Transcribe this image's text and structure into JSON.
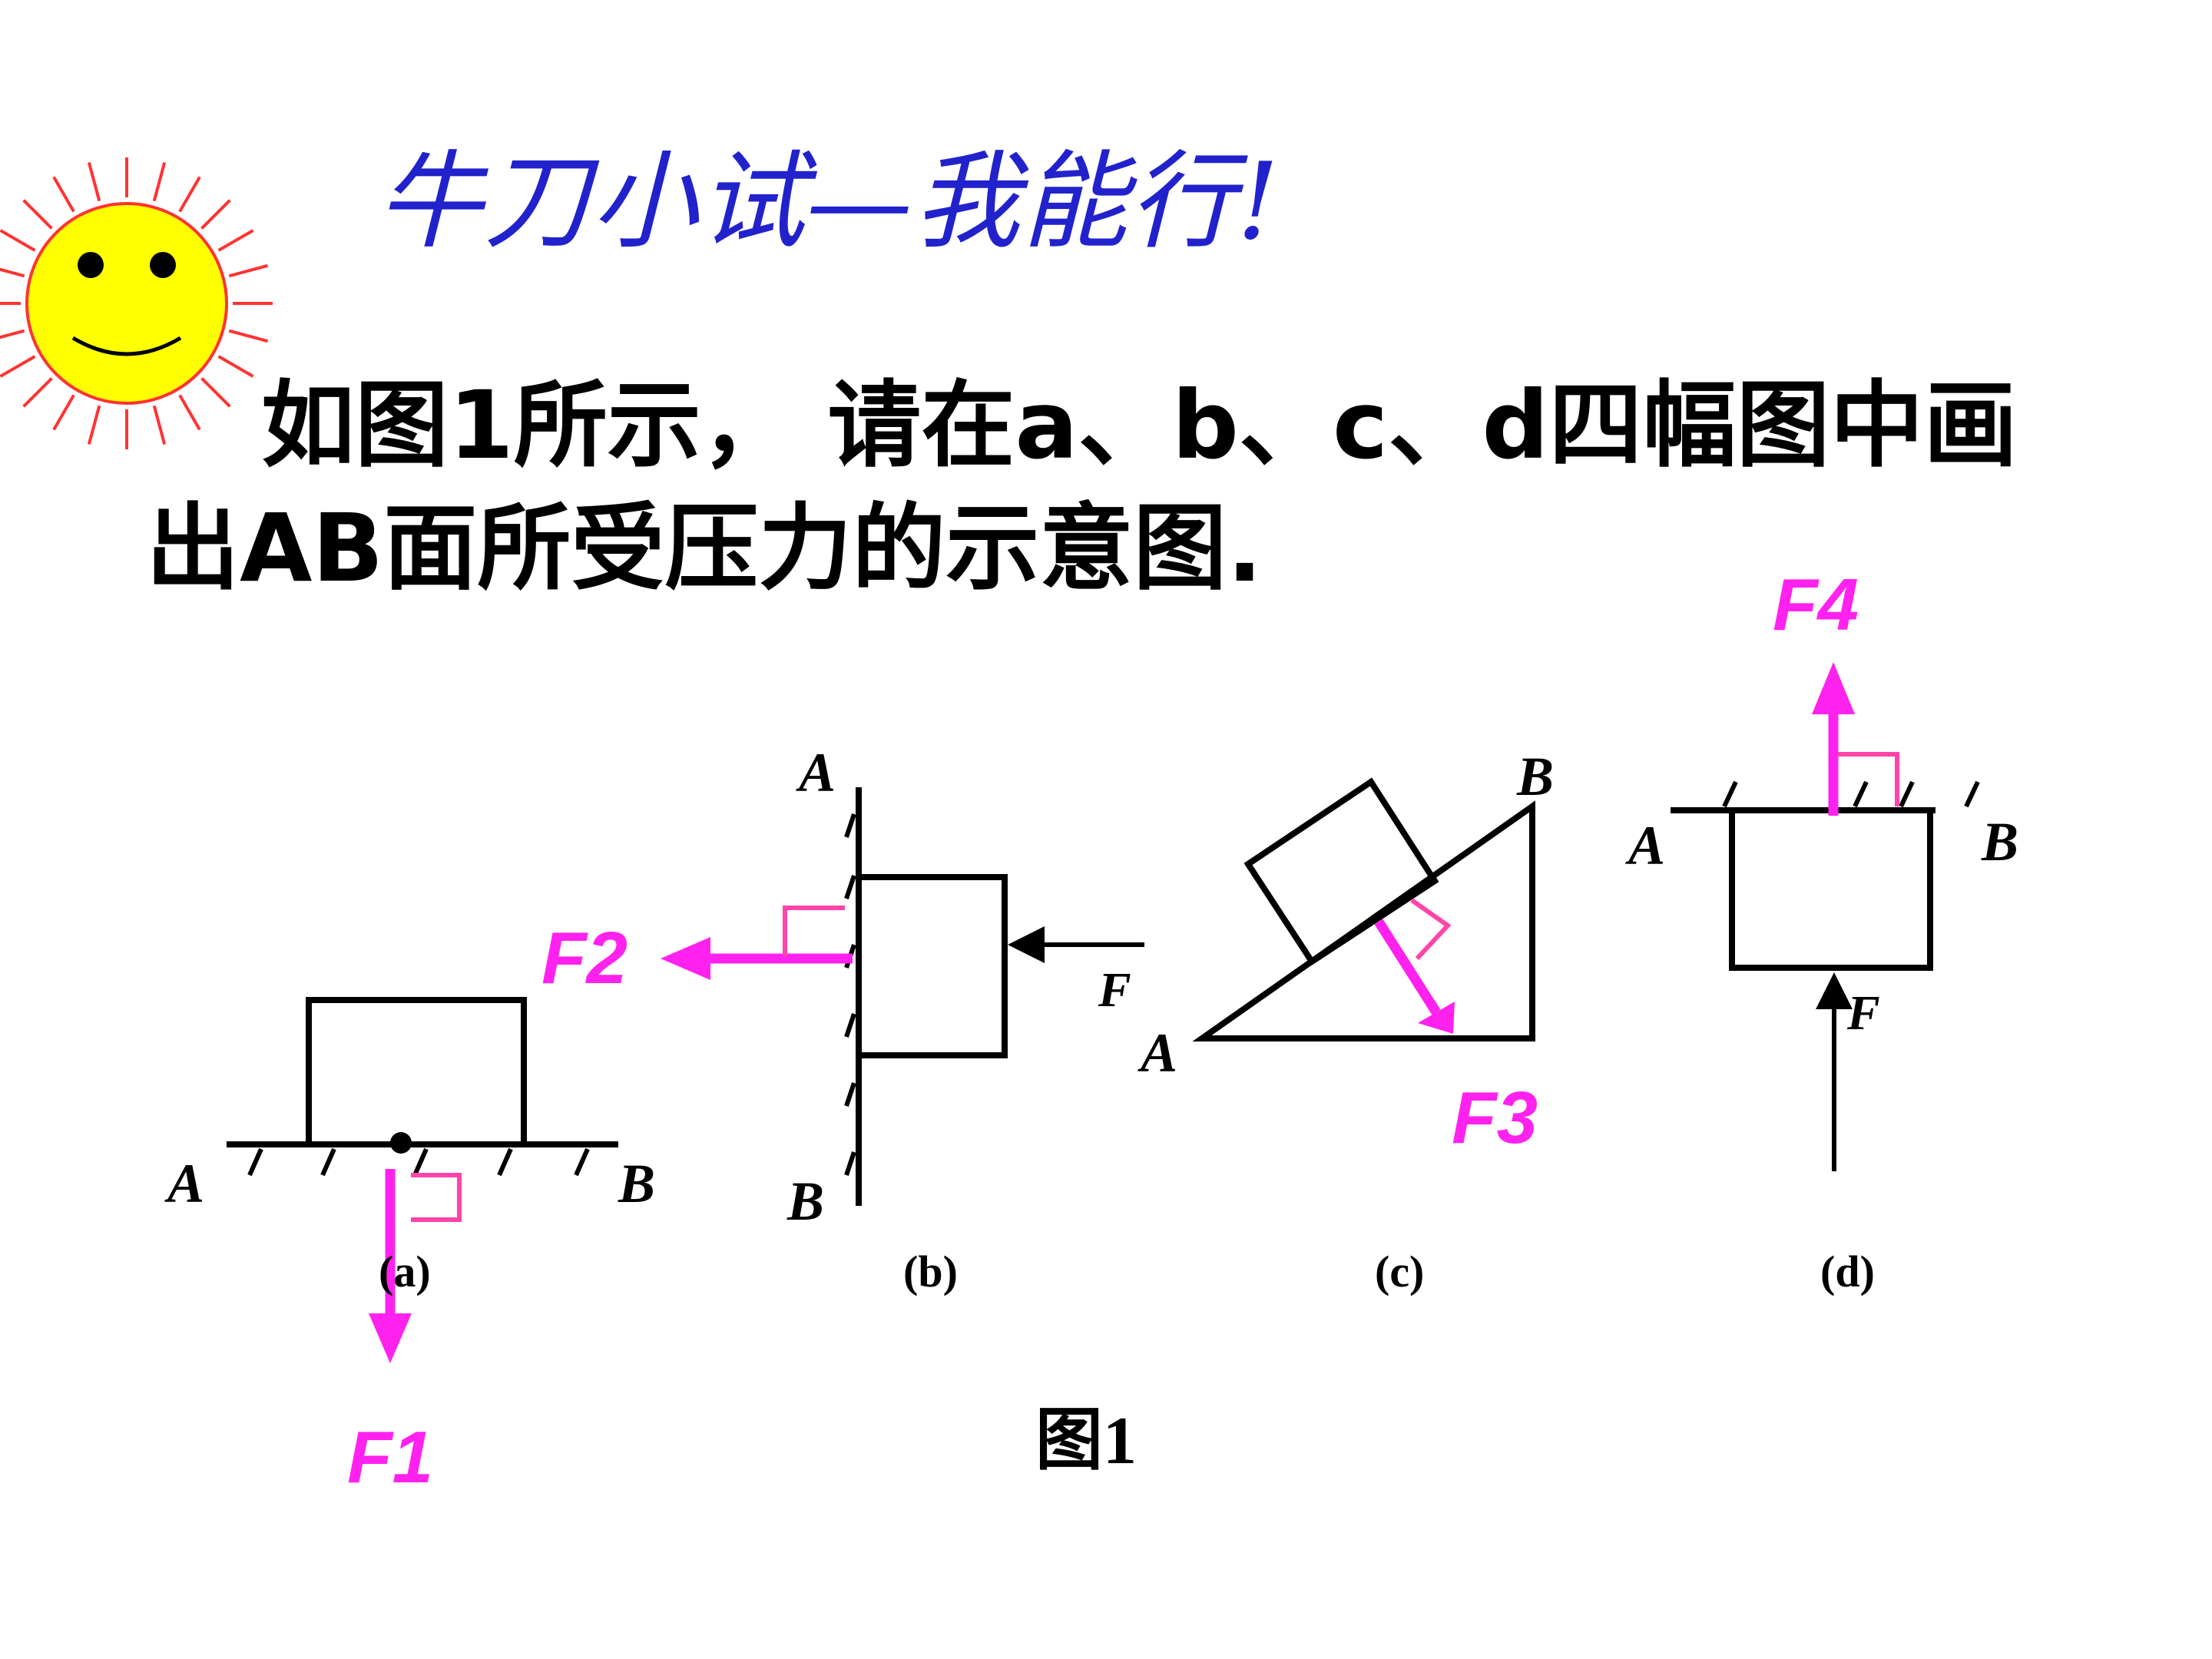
{
  "slide": {
    "title": "牛刀小试—我能行!",
    "question_line1": "如图1所示， 请在a、b、c、d四幅图中画",
    "question_line2": "出AB面所受压力的示意图."
  },
  "figure": {
    "caption": "图1",
    "diagram_a": {
      "label_a": "A",
      "label_b": "B",
      "sub_caption": "(a)",
      "force_label": "F1"
    },
    "diagram_b": {
      "label_a": "A",
      "label_b": "B",
      "applied_force": "F",
      "sub_caption": "(b)",
      "force_label": "F2"
    },
    "diagram_c": {
      "label_a": "A",
      "label_b": "B",
      "sub_caption": "(c)",
      "force_label": "F3"
    },
    "diagram_d": {
      "label_a": "A",
      "label_b": "B",
      "applied_force": "F",
      "sub_caption": "(d)",
      "force_label": "F4"
    }
  },
  "colors": {
    "title": "#2222cc",
    "text": "#000000",
    "force_arrow": "#ff22ee",
    "right_angle_mark": "#ff44aa",
    "sun_face": "#ffff00",
    "sun_rays": "#ff3333"
  },
  "icons": {
    "decoration": "smiling-sun-icon"
  }
}
